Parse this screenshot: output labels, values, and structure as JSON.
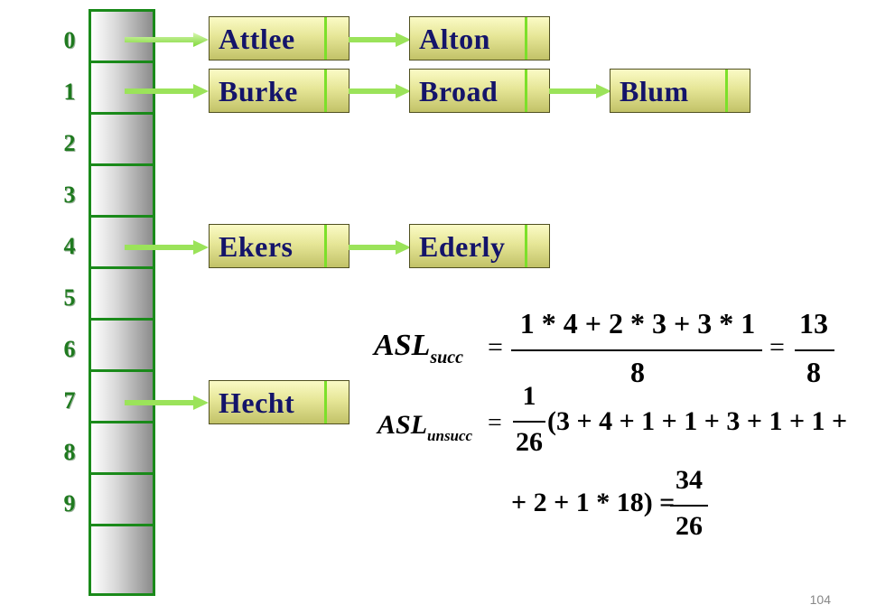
{
  "indices": [
    "0",
    "1",
    "2",
    "3",
    "4",
    "5",
    "6",
    "7",
    "8",
    "9"
  ],
  "chains": [
    {
      "bucket": 0,
      "nodes": [
        "Attlee",
        "Alton"
      ]
    },
    {
      "bucket": 1,
      "nodes": [
        "Burke",
        "Broad",
        "Blum"
      ]
    },
    {
      "bucket": 4,
      "nodes": [
        "Ekers",
        "Ederly"
      ]
    },
    {
      "bucket": 7,
      "nodes": [
        "Hecht"
      ]
    }
  ],
  "formula": {
    "asl": "ASL",
    "succ_sub": "succ",
    "unsucc_sub": "unsucc",
    "eq": "=",
    "succ_num": "1 * 4 + 2 * 3 + 3 * 1",
    "succ_den": "8",
    "succ_res_num": "13",
    "succ_res_den": "8",
    "unsucc_frac_num": "1",
    "unsucc_frac_den": "26",
    "unsucc_line1": "(3 + 4 + 1 + 1 + 3 + 1 + 1 +",
    "unsucc_line2": "+ 2 + 1 * 18) =",
    "unsucc_res_num": "34",
    "unsucc_res_den": "26"
  },
  "page_number": "104"
}
